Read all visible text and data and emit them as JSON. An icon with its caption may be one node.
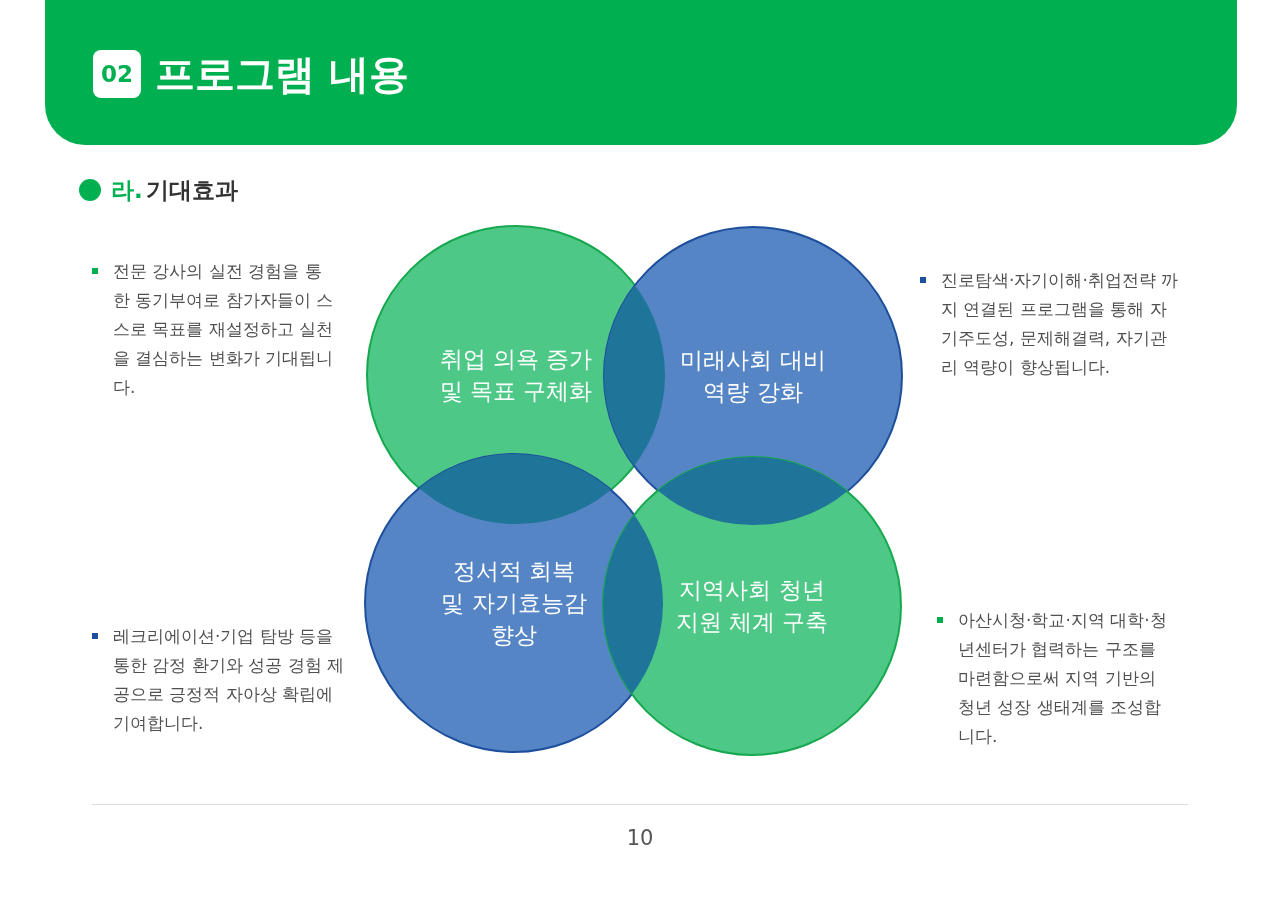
{
  "diagram": {
    "title": "프로그램 내용",
    "nodes": [
      {
        "text": [
          "취업 의욕 증가 및 목표 구체화"
        ]
      },
      {
        "text": [
          "미래사회 대비 역량 강화"
        ]
      },
      {
        "text": [
          "정서적 회복 및 자기효능감 향상"
        ]
      },
      {
        "text": [
          "지역사회 청년 지원 체계 구축"
        ]
      }
    ],
    "labels": [
      "02",
      "라.",
      "기대효과",
      "전문 강사의 실전 경험을 통한 동기부여로 참가자들이 스스로 목표를 재설정하고 실천을 결심하는 변화가 기대됩니다.",
      "진로탐색·자기이해·취업전략 까지 연결된 프로그램을 통해 자기주도성, 문제해결력, 자기관리 역량이 향상됩니다.",
      "레크리에이션·기업 탐방 등을 통한 감정 환기와 성공 경험 제공으로 긍정적 자아상 확립에 기여합니다.",
      "아산시청·학교·지역 대학·청년센터가 협력하는 구조를 마련함으로써 지역 기반의 청년 성장 생태계를 조성합니다.",
      "10"
    ]
  }
}
